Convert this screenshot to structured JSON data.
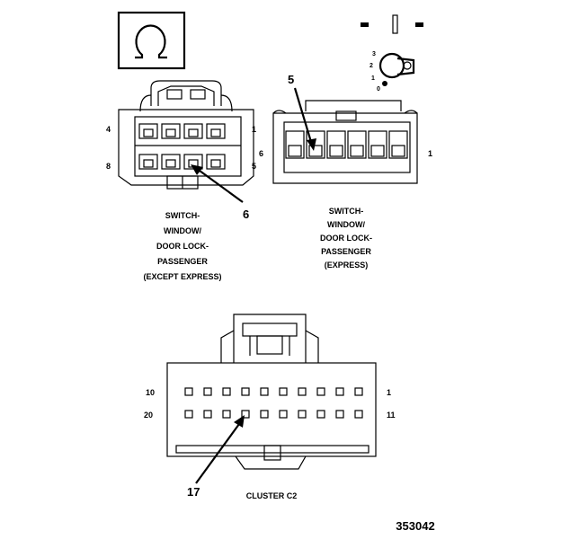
{
  "connectors": {
    "except_express": {
      "caption": [
        "SWITCH-",
        "WINDOW/",
        "DOOR LOCK-",
        "PASSENGER",
        "(EXCEPT EXPRESS)"
      ],
      "pins": {
        "top_left": "4",
        "top_right": "1",
        "bottom_left": "8",
        "bottom_right": "5"
      },
      "callout": "6"
    },
    "express": {
      "caption": [
        "SWITCH-",
        "WINDOW/",
        "DOOR LOCK-",
        "PASSENGER",
        "(EXPRESS)"
      ],
      "pins": {
        "left": "6",
        "right": "1"
      },
      "callout": "5"
    },
    "cluster": {
      "caption": "CLUSTER C2",
      "pins": {
        "top_left": "10",
        "top_right": "1",
        "bottom_left": "20",
        "bottom_right": "11"
      },
      "callout": "17"
    }
  },
  "switch_positions": [
    "3",
    "2",
    "1",
    "0"
  ],
  "figure_number": "353042"
}
